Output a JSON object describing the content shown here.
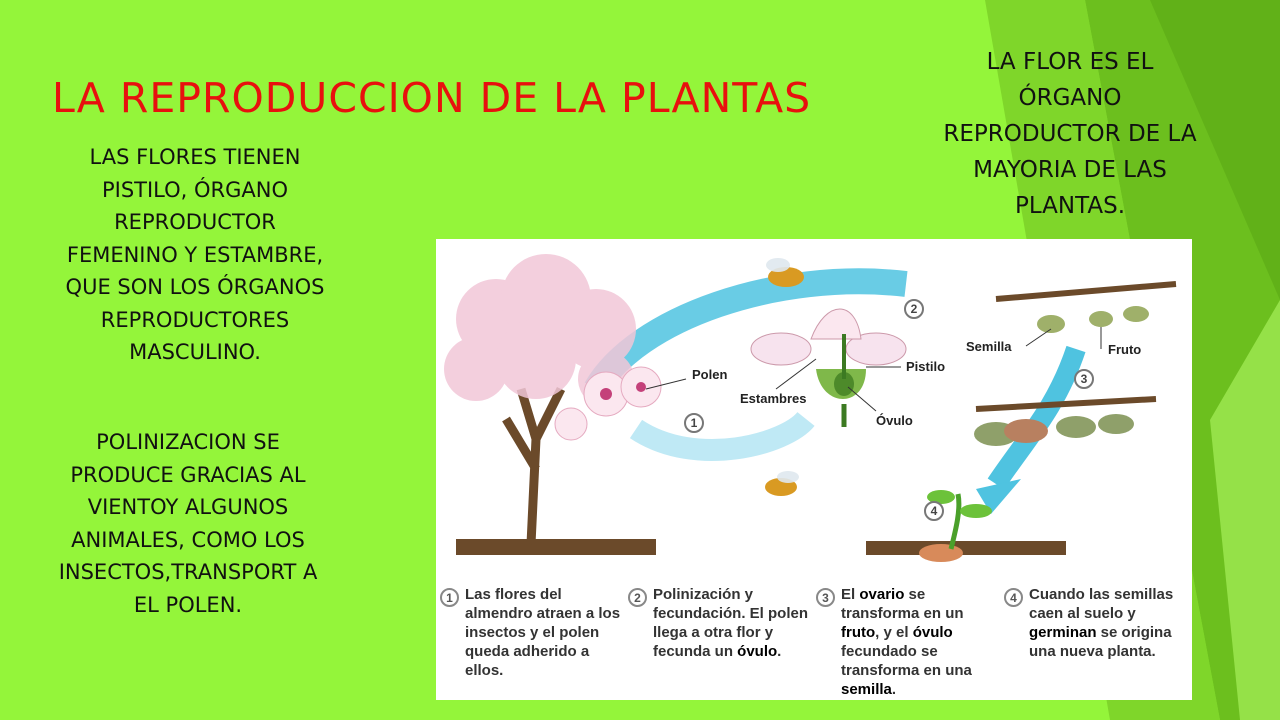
{
  "slide": {
    "title": "LA REPRODUCCION DE LA PLANTAS",
    "left_text_1": "LAS FLORES TIENEN PISTILO, ÓRGANO REPRODUCTOR FEMENINO Y ESTAMBRE, QUE SON LOS ÓRGANOS REPRODUCTORES MASCULINO.",
    "left_text_2": "POLINIZACION SE PRODUCE GRACIAS AL VIENTOY ALGUNOS ANIMALES, COMO LOS INSECTOS,TRANSPORT A EL POLEN.",
    "right_text": "LA FLOR ES EL ÓRGANO REPRODUCTOR DE LA MAYORIA DE LAS PLANTAS."
  },
  "diagram": {
    "labels": {
      "polen": "Polen",
      "estambres": "Estambres",
      "pistilo": "Pistilo",
      "ovulo": "Óvulo",
      "semilla": "Semilla",
      "fruto": "Fruto"
    },
    "steps": [
      {
        "num": "1",
        "parts": [
          {
            "t": "Las flores del almendro atraen a los insectos y el polen queda adherido a ellos.",
            "b": false
          }
        ]
      },
      {
        "num": "2",
        "parts": [
          {
            "t": "Polinización y fecundación. El polen llega a otra flor y fecunda un ",
            "b": false
          },
          {
            "t": "óvulo",
            "b": true
          },
          {
            "t": ".",
            "b": false
          }
        ]
      },
      {
        "num": "3",
        "parts": [
          {
            "t": "El ",
            "b": false
          },
          {
            "t": "ovario",
            "b": true
          },
          {
            "t": " se transforma en un ",
            "b": false
          },
          {
            "t": "fruto",
            "b": true
          },
          {
            "t": ", y el ",
            "b": false
          },
          {
            "t": "óvulo",
            "b": true
          },
          {
            "t": " fecundado se transforma en una ",
            "b": false
          },
          {
            "t": "semilla",
            "b": true
          },
          {
            "t": ".",
            "b": false
          }
        ]
      },
      {
        "num": "4",
        "parts": [
          {
            "t": "Cuando las semillas caen al suelo y ",
            "b": false
          },
          {
            "t": "germinan",
            "b": true
          },
          {
            "t": " se origina una nueva planta.",
            "b": false
          }
        ]
      }
    ],
    "colors": {
      "arrow": "#4fc3e0",
      "blossom": "#f2c7d8",
      "soil": "#6b4a2a"
    }
  }
}
